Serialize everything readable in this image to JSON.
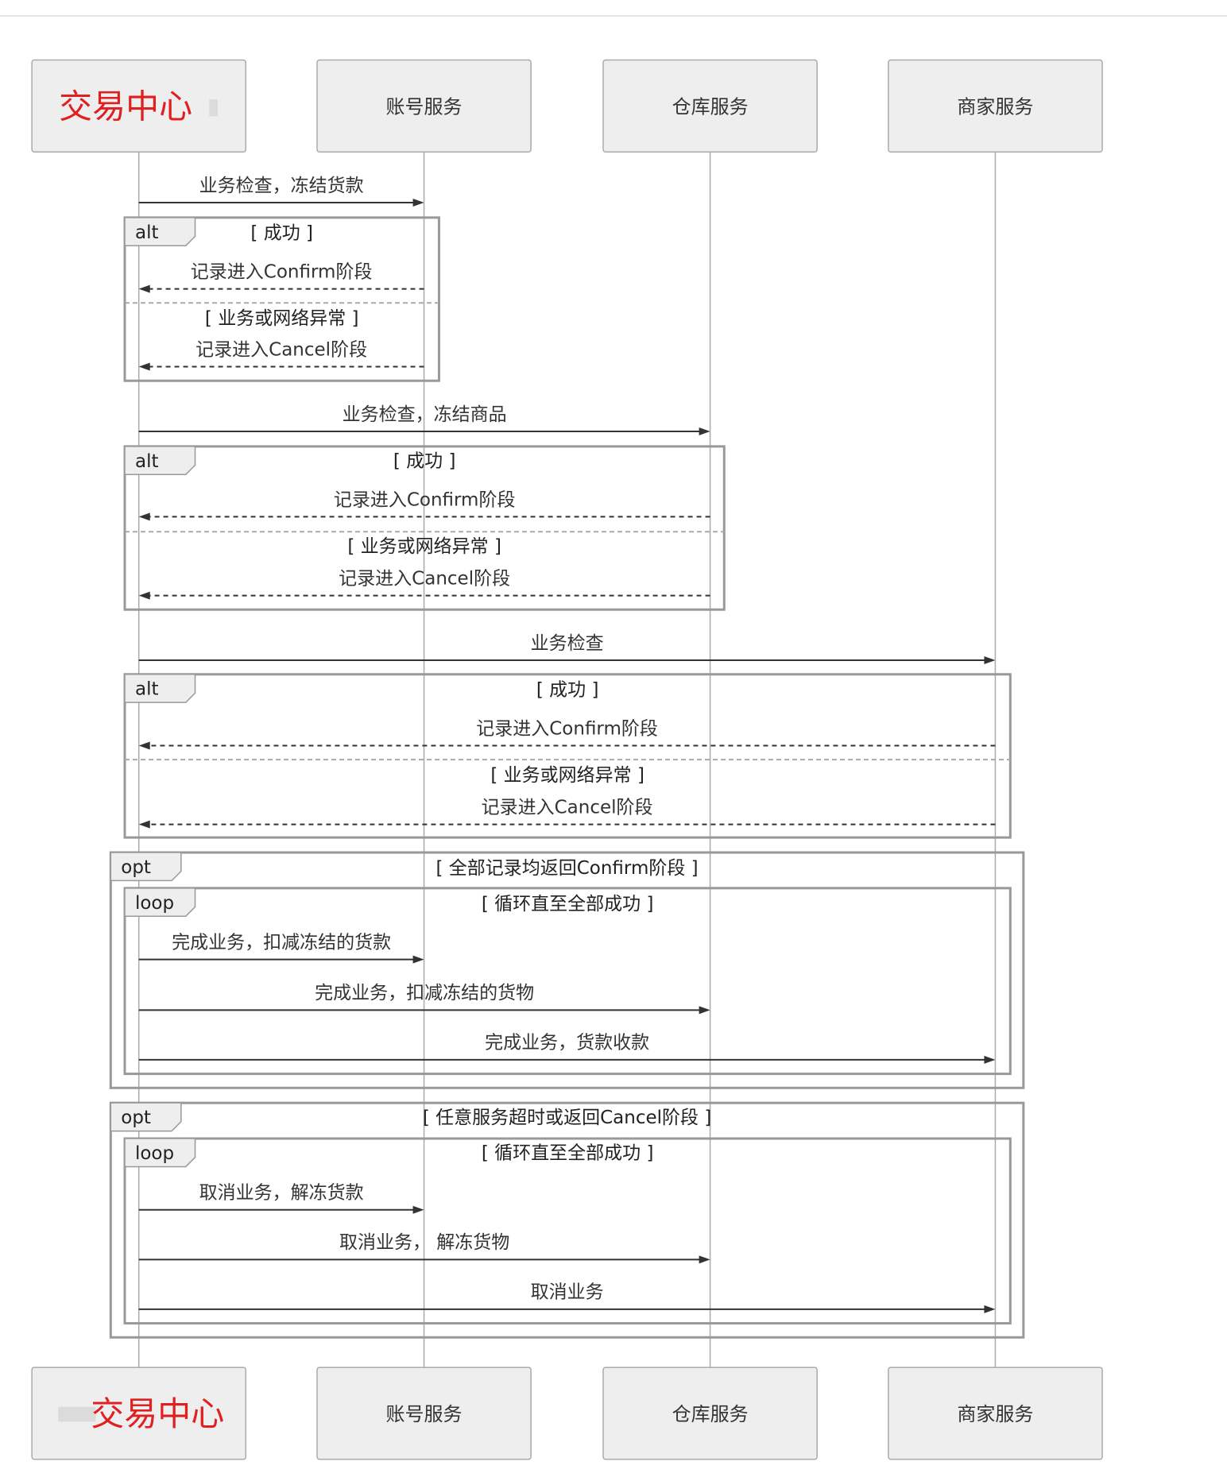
{
  "participants": [
    {
      "id": "trade",
      "label": "交易中心",
      "highlight": "#e02020"
    },
    {
      "id": "account",
      "label": "账号服务"
    },
    {
      "id": "warehouse",
      "label": "仓库服务"
    },
    {
      "id": "merchant",
      "label": "商家服务"
    }
  ],
  "messages": [
    {
      "id": "m1",
      "from": "trade",
      "to": "account",
      "text": "业务检查，冻结货款",
      "style": "solid"
    },
    {
      "id": "m2",
      "from": "account",
      "to": "trade",
      "text": "记录进入Confirm阶段",
      "style": "dashed"
    },
    {
      "id": "m3",
      "from": "account",
      "to": "trade",
      "text": "记录进入Cancel阶段",
      "style": "dashed"
    },
    {
      "id": "m4",
      "from": "trade",
      "to": "warehouse",
      "text": "业务检查，冻结商品",
      "style": "solid"
    },
    {
      "id": "m5",
      "from": "warehouse",
      "to": "trade",
      "text": "记录进入Confirm阶段",
      "style": "dashed"
    },
    {
      "id": "m6",
      "from": "warehouse",
      "to": "trade",
      "text": "记录进入Cancel阶段",
      "style": "dashed"
    },
    {
      "id": "m7",
      "from": "trade",
      "to": "merchant",
      "text": "业务检查",
      "style": "solid"
    },
    {
      "id": "m8",
      "from": "merchant",
      "to": "trade",
      "text": "记录进入Confirm阶段",
      "style": "dashed"
    },
    {
      "id": "m9",
      "from": "merchant",
      "to": "trade",
      "text": "记录进入Cancel阶段",
      "style": "dashed"
    },
    {
      "id": "m10",
      "from": "trade",
      "to": "account",
      "text": "完成业务，扣减冻结的货款",
      "style": "solid"
    },
    {
      "id": "m11",
      "from": "trade",
      "to": "warehouse",
      "text": "完成业务，扣减冻结的货物",
      "style": "solid"
    },
    {
      "id": "m12",
      "from": "trade",
      "to": "merchant",
      "text": "完成业务，货款收款",
      "style": "solid"
    },
    {
      "id": "m13",
      "from": "trade",
      "to": "account",
      "text": "取消业务，解冻货款",
      "style": "solid"
    },
    {
      "id": "m14",
      "from": "trade",
      "to": "warehouse",
      "text": "取消业务， 解冻货物",
      "style": "solid"
    },
    {
      "id": "m15",
      "from": "trade",
      "to": "merchant",
      "text": "取消业务",
      "style": "solid"
    }
  ],
  "fragments": [
    {
      "id": "f1",
      "kind": "alt",
      "conditions": [
        "[ 成功 ]",
        "[ 业务或网络异常 ]"
      ]
    },
    {
      "id": "f2",
      "kind": "alt",
      "conditions": [
        "[ 成功 ]",
        "[ 业务或网络异常 ]"
      ]
    },
    {
      "id": "f3",
      "kind": "alt",
      "conditions": [
        "[ 成功 ]",
        "[ 业务或网络异常 ]"
      ]
    },
    {
      "id": "f4",
      "kind": "opt",
      "conditions": [
        "[ 全部记录均返回Confirm阶段 ]"
      ]
    },
    {
      "id": "f5",
      "kind": "loop",
      "conditions": [
        "[ 循环直至全部成功 ]"
      ]
    },
    {
      "id": "f6",
      "kind": "opt",
      "conditions": [
        "[ 任意服务超时或返回Cancel阶段 ]"
      ]
    },
    {
      "id": "f7",
      "kind": "loop",
      "conditions": [
        "[ 循环直至全部成功 ]"
      ]
    }
  ]
}
